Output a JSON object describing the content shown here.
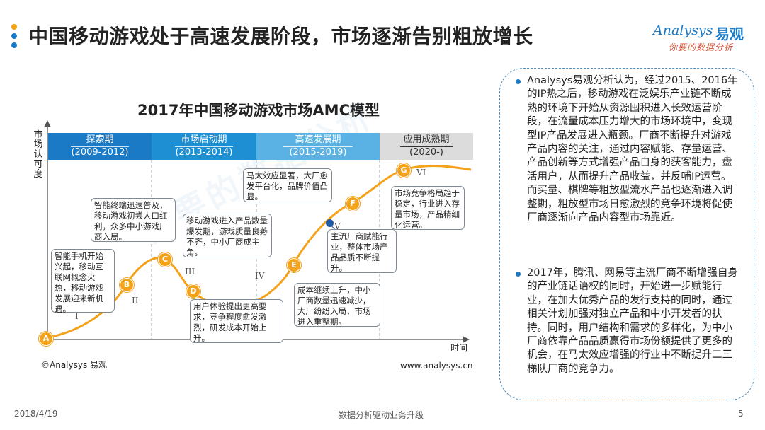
{
  "header": {
    "title": "中国移动游戏处于高速发展阶段，市场逐渐告别粗放增长",
    "dot_colors": [
      "#f5a21b",
      "#1a7ac6",
      "#1a7ac6"
    ]
  },
  "logo": {
    "brand": "Analysys",
    "brand_cn": "易观",
    "slogan": "你要的数据分析",
    "color": "#1a7ac6",
    "slogan_color": "#d4482e"
  },
  "diagram": {
    "title": "2017年中国移动游戏市场AMC模型",
    "y_axis_label": "市场认可度",
    "x_axis_label": "时间",
    "phases": [
      {
        "name": "探索期",
        "years": "(2009-2012)",
        "color": "#1a7ac6"
      },
      {
        "name": "市场启动期",
        "years": "(2013-2014)",
        "color": "#1f8fd3"
      },
      {
        "name": "高速发展期",
        "years": "(2015-2019)",
        "color": "#5ab1e3"
      },
      {
        "name": "应用成熟期",
        "years": "(2020-)",
        "color": "#dcdcdc"
      }
    ],
    "stage_numerals": [
      "I",
      "II",
      "III",
      "IV",
      "V",
      "VI"
    ],
    "nodes": [
      "A",
      "B",
      "C",
      "D",
      "E",
      "F",
      "G"
    ],
    "curve_color": "#f5a21b",
    "node_color": "#f5a21b",
    "marker_color": "#1e5aa8",
    "callouts": [
      "智能手机开始兴起，移动互联网概念火热，移动游戏发展迎来新机遇。",
      "智能终端迅速普及，移动游戏初尝人口红利，众多中小游戏厂商入局。",
      "移动游戏进入产品数量爆发期，游戏质量良莠不齐，中小厂商成主角。",
      "用户体验提出更高要求，竞争程度愈发激烈，研发成本开始上升。",
      "马太效应显著，大厂愈发平台化，品牌价值凸显。",
      "主流厂商赋能行业，整体市场产品品质不断提升。",
      "成本继续上升，中小厂商数量迅速减少，大厂纷纷入局，市场进入重整期。",
      "市场竞争格局趋于稳定，行业进入存量市场，产品精细化运营。"
    ],
    "copyright": "©Analysys 易观",
    "website": "www.analysys.cn",
    "watermark": "你要的数据分析"
  },
  "side_panel": {
    "border_color": "#4a90c8",
    "items": [
      "Analysys易观分析认为，经过2015、2016年的IP热之后，移动游戏在泛娱乐产业链不断成熟的环境下开始从资源囤积进入长效运营阶段，在流量成本压力增大的市场环境中，变现型IP产品发展进入瓶颈。厂商不断提升对游戏产品内容的关注，通过内容赋能、存量运营、产品创新等方式增强产品自身的获客能力，盘活用户，从而提升产品收益，并反哺IP运营。而买量、棋牌等粗放型流水产品也逐渐进入调整期，粗放型市场日愈激烈的竞争环境将促使厂商逐渐向产品内容型市场靠近。",
      "2017年，腾讯、网易等主流厂商不断增强自身的产业链话语权的同时，开始进一步赋能行业，在加大优秀产品的发行支持的同时，通过相关计划加强对独立产品和中小开发者的扶持。同时，用户结构和需求的多样化，为中小厂商依靠产品品质赢得市场份额提供了更多的机会，在马太效应增强的行业中不断提升二三梯队厂商的竞争力。"
    ]
  },
  "footer": {
    "date": "2018/4/19",
    "center": "数据分析驱动业务升级",
    "page": "5"
  }
}
